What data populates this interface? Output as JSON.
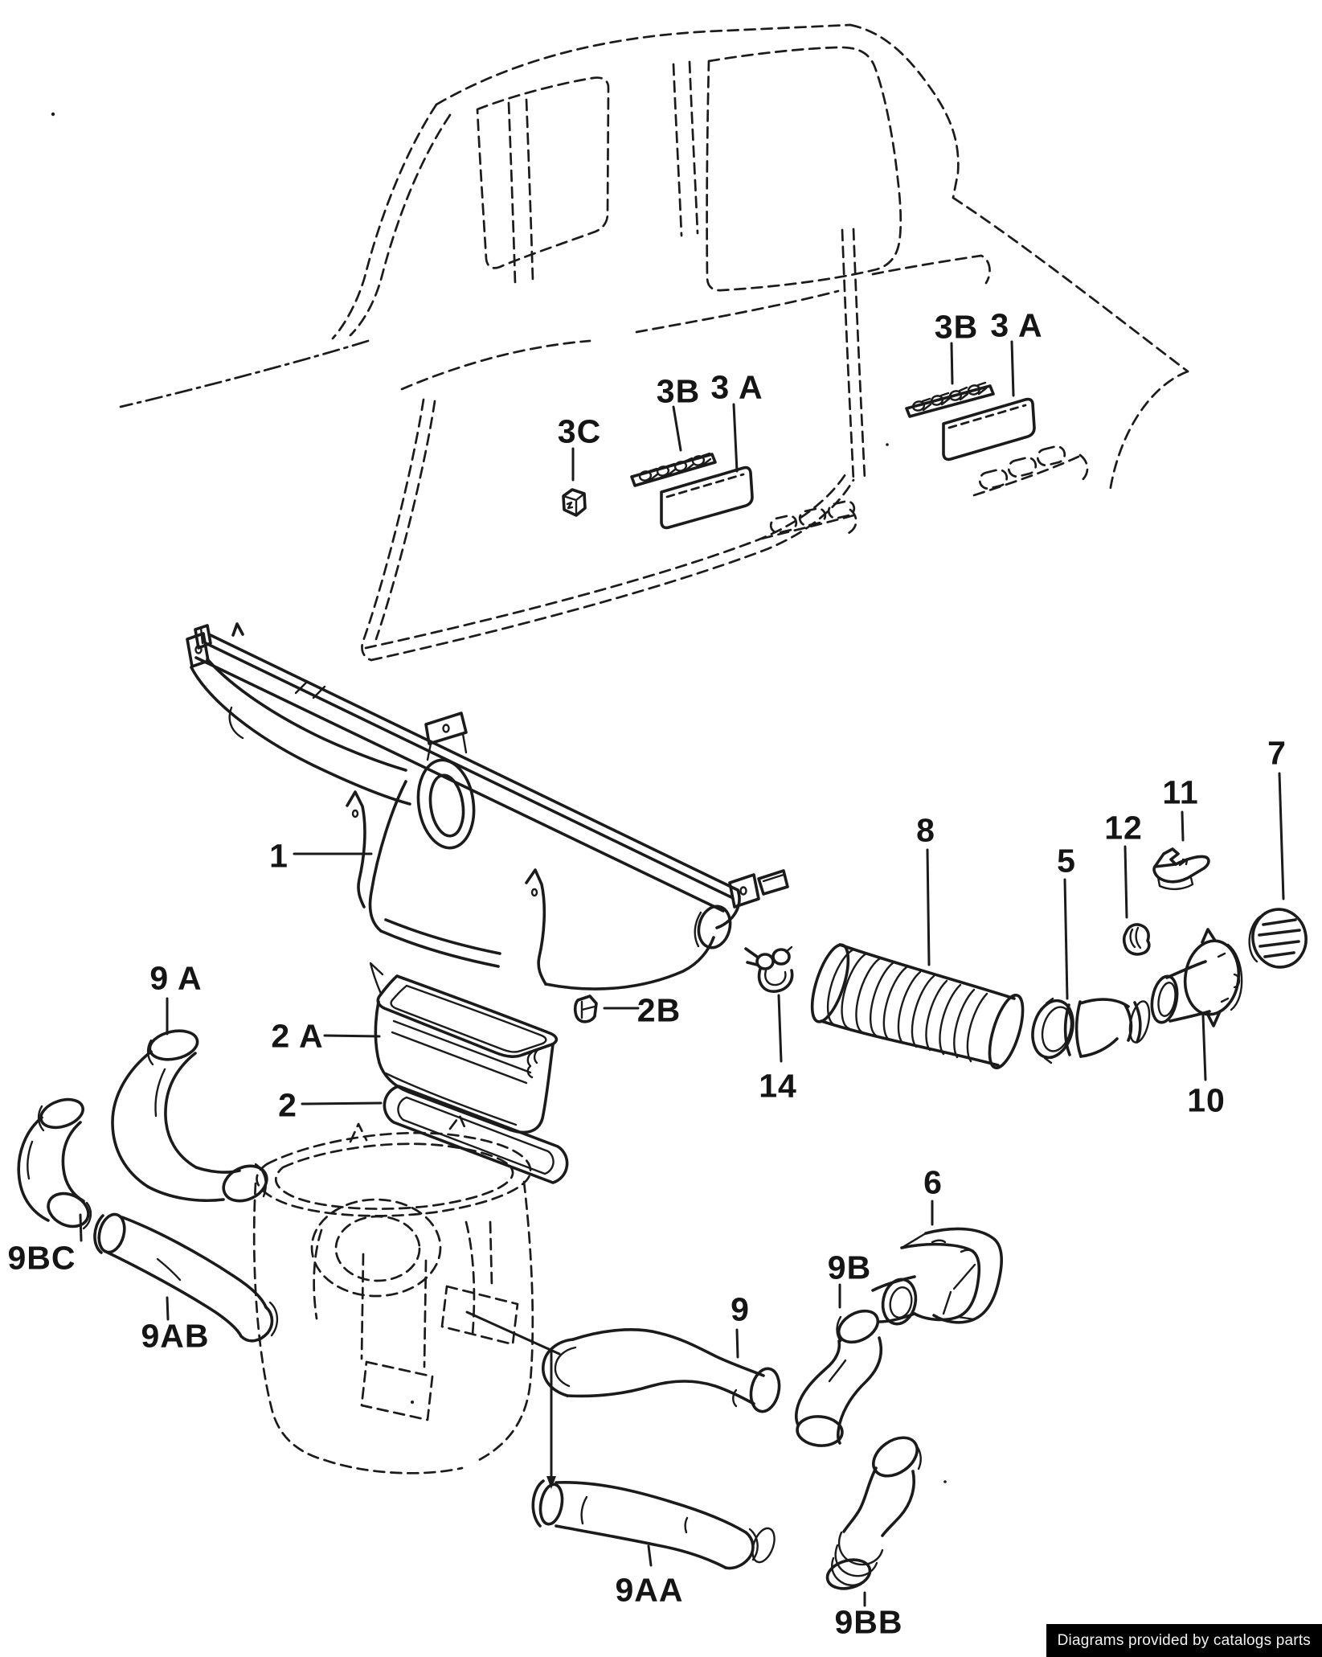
{
  "diagram": {
    "footer_badge": "Diagrams provided by catalogs parts",
    "line_color": "#1b1b1b",
    "background": "#ffffff",
    "badge_bg": "#000000",
    "badge_fg": "#f2f2f2"
  },
  "part_labels": [
    {
      "id": "1",
      "text": "1"
    },
    {
      "id": "2A",
      "text": "2 A"
    },
    {
      "id": "2",
      "text": "2"
    },
    {
      "id": "2B",
      "text": "2B"
    },
    {
      "id": "3C",
      "text": "3C"
    },
    {
      "id": "3B-front",
      "text": "3B"
    },
    {
      "id": "3A-front",
      "text": "3 A"
    },
    {
      "id": "3B-rear",
      "text": "3B"
    },
    {
      "id": "3A-rear",
      "text": "3 A"
    },
    {
      "id": "5",
      "text": "5"
    },
    {
      "id": "6",
      "text": "6"
    },
    {
      "id": "7",
      "text": "7"
    },
    {
      "id": "8",
      "text": "8"
    },
    {
      "id": "9",
      "text": "9"
    },
    {
      "id": "9A",
      "text": "9 A"
    },
    {
      "id": "9B",
      "text": "9B"
    },
    {
      "id": "9AA",
      "text": "9AA"
    },
    {
      "id": "9AB",
      "text": "9AB"
    },
    {
      "id": "9BB",
      "text": "9BB"
    },
    {
      "id": "9BC",
      "text": "9BC"
    },
    {
      "id": "10",
      "text": "10"
    },
    {
      "id": "11",
      "text": "11"
    },
    {
      "id": "12",
      "text": "12"
    },
    {
      "id": "14",
      "text": "14"
    }
  ]
}
